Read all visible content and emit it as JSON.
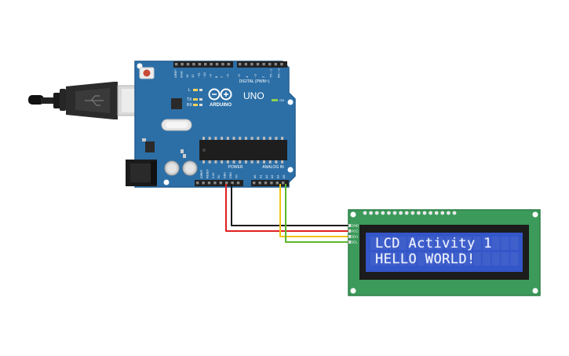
{
  "arduino": {
    "brand": "ARDUINO",
    "model": "UNO",
    "digital_header_label": "DIGITAL (PWM~)",
    "power_header_label": "POWER",
    "analog_header_label": "ANALOG IN",
    "on_label": "ON",
    "led_labels": [
      "L",
      "TX",
      "RX"
    ],
    "digital_pins": [
      "AREF",
      "GND",
      "13",
      "12",
      "~11",
      "~10",
      "~9",
      "8",
      "7",
      "~6",
      "~5",
      "4",
      "~3",
      "2",
      "TX→1",
      "RX←0"
    ],
    "power_pins": [
      "IOREF",
      "RESET",
      "3.3V",
      "5V",
      "GND",
      "GND",
      "Vin"
    ],
    "analog_pins": [
      "A0",
      "A1",
      "A2",
      "A3",
      "A4",
      "A5"
    ]
  },
  "lcd": {
    "line1": "LCD Activity 1",
    "line2": "HELLO WORLD!",
    "pin_labels": [
      "GND",
      "VCC",
      "SDA",
      "SCL"
    ]
  },
  "colors": {
    "board": "#2c6fa7",
    "board_edge": "#235f91",
    "lcd_pcb": "#3c9a5a",
    "lcd_screen": "#3356c8",
    "wire_gnd": "#1a1a1a",
    "wire_vcc": "#e02020",
    "wire_sda": "#f1c40f",
    "wire_scl": "#5cb82c"
  }
}
